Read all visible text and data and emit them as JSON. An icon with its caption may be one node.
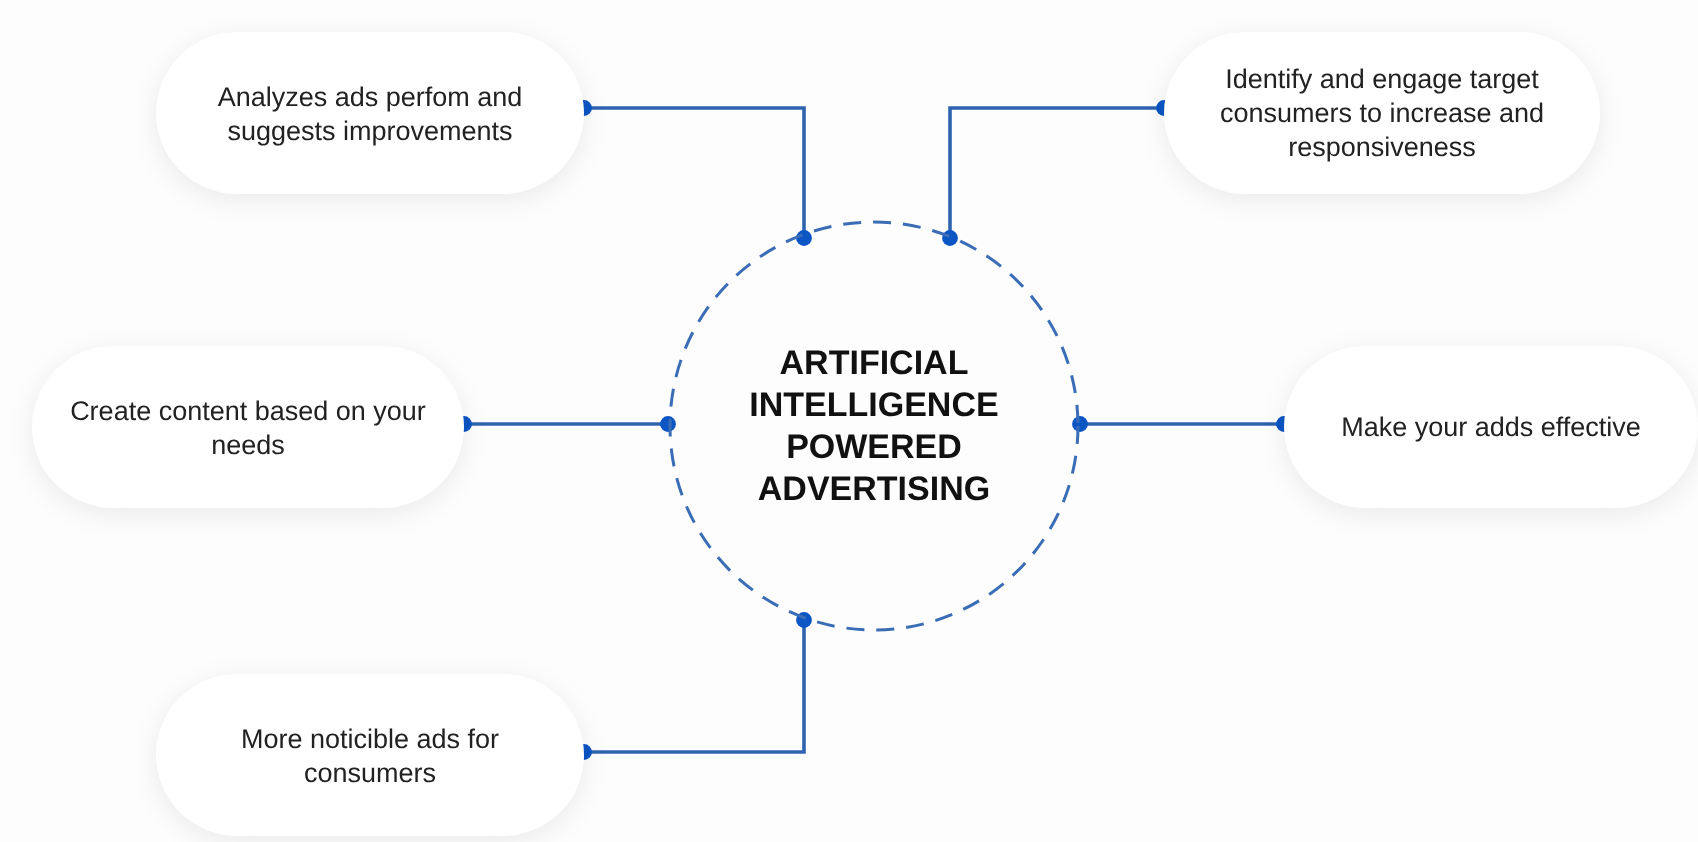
{
  "diagram": {
    "nodes": [
      {
        "text": [
          "ARTIFICIAL INTELLIGENCE POWERED ADVERTISING"
        ]
      },
      {
        "text": [
          "Analyzes ads perfom and suggests improvements"
        ]
      },
      {
        "text": [
          "Identify and engage target consumers to increase and responsiveness"
        ]
      },
      {
        "text": [
          "Create content based on your needs"
        ]
      },
      {
        "text": [
          "Make your adds effective"
        ]
      },
      {
        "text": [
          "More noticible ads for consumers"
        ]
      }
    ],
    "edges": [
      {
        "from": 0,
        "to": 1,
        "arrow": "other"
      },
      {
        "from": 0,
        "to": 2,
        "arrow": "other"
      },
      {
        "from": 0,
        "to": 3,
        "arrow": "other"
      },
      {
        "from": 0,
        "to": 4,
        "arrow": "other"
      },
      {
        "from": 0,
        "to": 5,
        "arrow": "other"
      }
    ]
  }
}
